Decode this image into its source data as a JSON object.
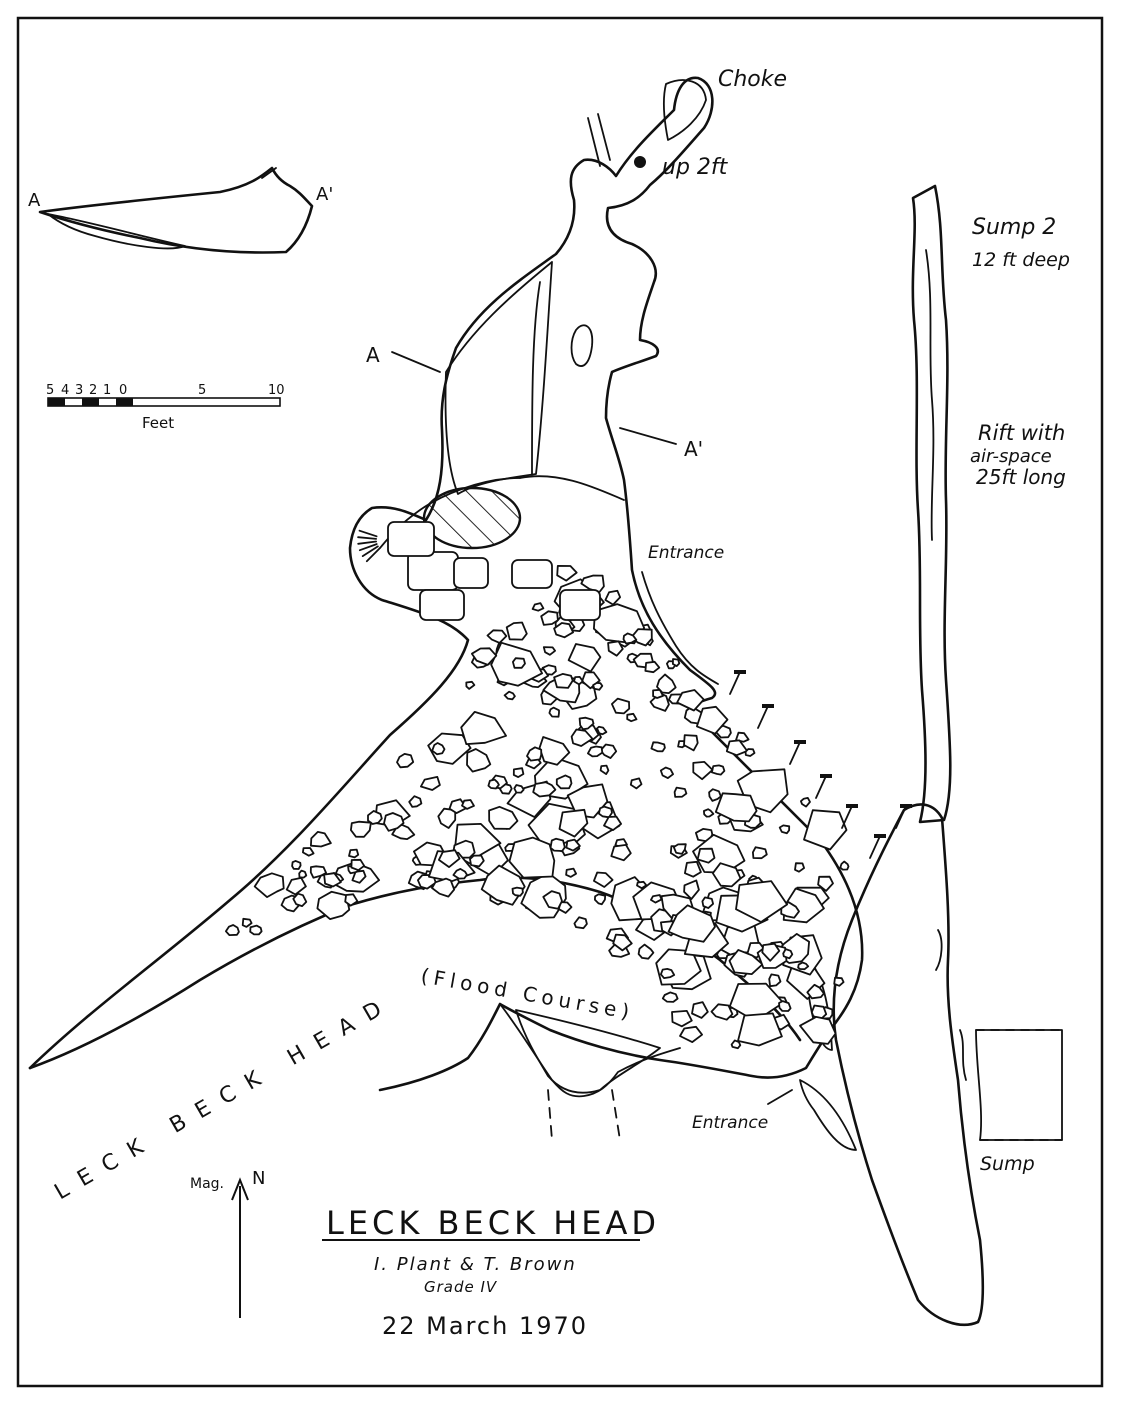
{
  "title": "LECK BECK HEAD",
  "authors": "I. Plant & T. Brown",
  "grade": "Grade IV",
  "date": "22 March 1970",
  "labels": {
    "choke": "Choke",
    "up_2ft": "up 2ft",
    "sump2_line1": "Sump 2",
    "sump2_line2": "12 ft deep",
    "rift_line1": "Rift with",
    "rift_line2": "air-space",
    "rift_line3": "25ft long",
    "entrance_upper": "Entrance",
    "entrance_lower": "Entrance",
    "sump": "Sump",
    "flood_course": "(Flood Course)",
    "leck_beck_head_river": "LECK BECK HEAD",
    "section_a": "A",
    "section_a_prime": "A'",
    "inset_a": "A",
    "inset_a_prime": "A'"
  },
  "scale": {
    "ticks": [
      "5",
      "4",
      "3",
      "2",
      "1",
      "0",
      "5",
      "10"
    ],
    "unit": "Feet"
  },
  "north": {
    "mag_label": "Mag.",
    "n_label": "N"
  }
}
